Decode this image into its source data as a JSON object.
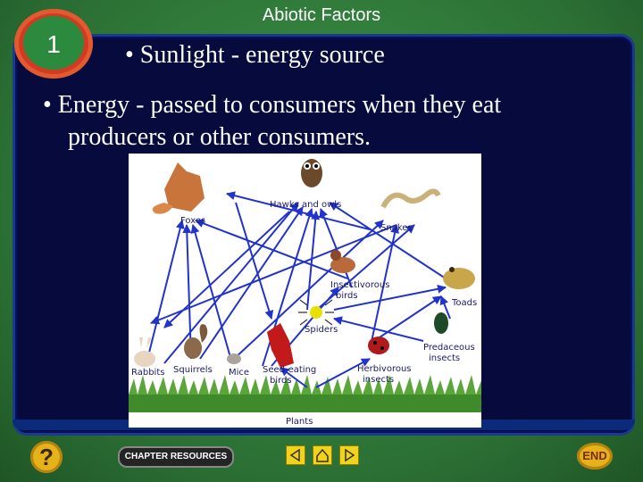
{
  "header": {
    "title": "Abiotic Factors"
  },
  "badge": {
    "number": "1"
  },
  "bullets": [
    "• Sunlight - energy source",
    "• Energy - passed to consumers when they eat",
    "producers or other consumers."
  ],
  "food_web": {
    "labels": {
      "foxes": "Foxes",
      "hawks": "Hawks and owls",
      "snakes": "Snakes",
      "insectivorous1": "Insectivorous",
      "insectivorous2": "birds",
      "toads": "Toads",
      "spiders": "Spiders",
      "predaceous1": "Predaceous",
      "predaceous2": "insects",
      "rabbits": "Rabbits",
      "squirrels": "Squirrels",
      "mice": "Mice",
      "seed1": "Seed-eating",
      "seed2": "birds",
      "herb1": "Herbivorous",
      "herb2": "insects",
      "plants": "Plants"
    }
  },
  "footer": {
    "help_label": "?",
    "chapter_label": "CHAPTER RESOURCES",
    "end_label": "END"
  },
  "colors": {
    "arrow": "#2233cc",
    "panel": "#060a3c",
    "background": "#2f7a3a",
    "badge": "#d23b22"
  }
}
